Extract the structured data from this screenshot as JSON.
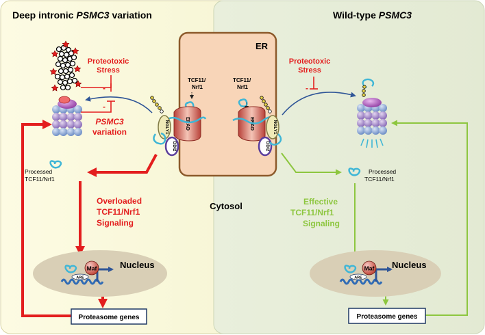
{
  "panels": {
    "left": {
      "title_prefix": "Deep intronic ",
      "title_gene": "PSMC3",
      "title_suffix": " variation"
    },
    "right": {
      "title_prefix": "Wild-type ",
      "title_gene": "PSMC3"
    }
  },
  "er": {
    "label": "ER",
    "erad": "ERAD",
    "ngly1": "NGLY1",
    "ddi2": "DDI2",
    "tcf_line1": "TCF11/",
    "tcf_line2": "Nrf1"
  },
  "stress": {
    "line1": "Proteotoxic",
    "line2": "Stress"
  },
  "inhibit_sign": "-",
  "variation": {
    "gene": "PSMC3",
    "word": "variation"
  },
  "processed": {
    "line1": "Processed",
    "line2": "TCF11/Nrf1"
  },
  "signaling": {
    "overloaded": [
      "Overloaded",
      "TCF11/Nrf1",
      "Signaling"
    ],
    "effective": [
      "Effective",
      "TCF11/Nrf1",
      "Signaling"
    ]
  },
  "cytosol": "Cytosol",
  "nucleus": {
    "label": "Nucleus",
    "maf": "Maf",
    "are": "ARE"
  },
  "genes": {
    "label": "Proteasome genes"
  },
  "colors": {
    "red": "#e31e1e",
    "green": "#8dc63f",
    "blue": "#2f5597",
    "cyan": "#3fb6d6",
    "er_fill": "#f8d5b8",
    "er_stroke": "#8c5a2b"
  }
}
